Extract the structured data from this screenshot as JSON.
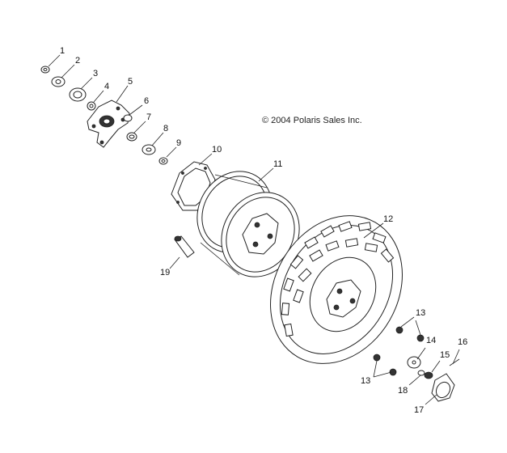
{
  "copyright": "© 2004 Polaris Sales Inc.",
  "callouts": {
    "c1": "1",
    "c2": "2",
    "c3": "3",
    "c4": "4",
    "c5": "5",
    "c6": "6",
    "c7": "7",
    "c8": "8",
    "c9": "9",
    "c10": "10",
    "c11": "11",
    "c12": "12",
    "c13a": "13",
    "c13b": "13",
    "c14": "14",
    "c15": "15",
    "c16": "16",
    "c17": "17",
    "c18": "18",
    "c19": "19"
  }
}
